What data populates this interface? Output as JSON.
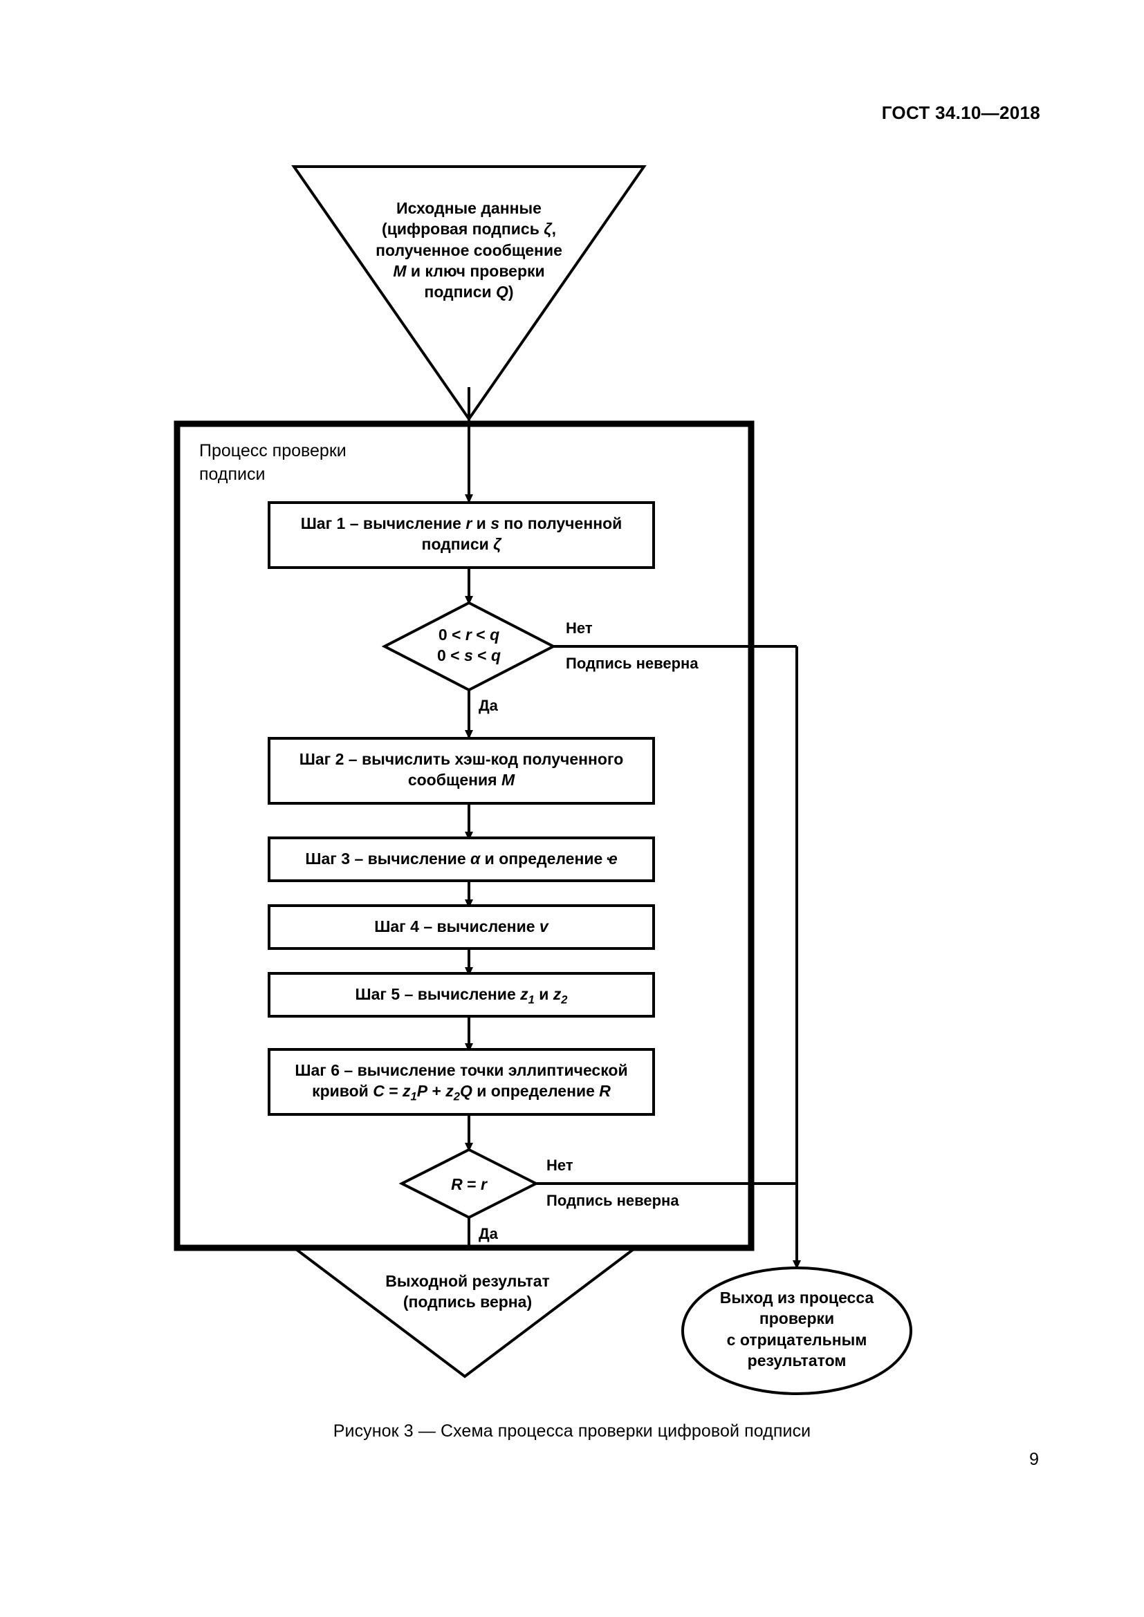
{
  "document": {
    "standard_header": "ГОСТ 34.10—2018",
    "page_number": "9",
    "figure_caption": "Рисунок 3 — Схема процесса проверки цифровой подписи"
  },
  "diagram": {
    "type": "flowchart",
    "title": "Схема процесса проверки цифровой подписи",
    "input_node": {
      "shape": "inverted-triangle",
      "text": "Исходные данные\n(цифровая подпись ζ,\nполученное сообщение\nM и ключ проверки\nподписи Q)"
    },
    "process_container": {
      "shape": "rectangle",
      "label": "Процесс проверки\nподписи"
    },
    "steps": [
      {
        "id": "step-1",
        "shape": "rectangle",
        "text": "Шаг 1 – вычисление r и s по полученной\nподписи ζ"
      },
      {
        "id": "step-2",
        "shape": "rectangle",
        "text": "Шаг 2 – вычислить хэш-код полученного\nсообщения M"
      },
      {
        "id": "step-3",
        "shape": "rectangle",
        "text": "Шаг 3 – вычисление α и определение ҽ"
      },
      {
        "id": "step-4",
        "shape": "rectangle",
        "text": "Шаг 4 – вычисление v"
      },
      {
        "id": "step-5",
        "shape": "rectangle",
        "text": "Шаг 5 – вычисление z1 и z2"
      },
      {
        "id": "step-6",
        "shape": "rectangle",
        "text": "Шаг 6 – вычисление точки эллиптической\nкривой C = z1P + z2Q и определение R"
      }
    ],
    "decisions": [
      {
        "id": "decision-range",
        "shape": "diamond",
        "text": "0 < r < q\n0 < s < q",
        "no_label": "Нет",
        "no_note": "Подпись неверна",
        "yes_label": "Да"
      },
      {
        "id": "decision-compare",
        "shape": "diamond",
        "text": "R = r",
        "no_label": "Нет",
        "no_note": "Подпись неверна",
        "yes_label": "Да"
      }
    ],
    "output_node": {
      "shape": "inverted-triangle",
      "text": "Выходной результат\n(подпись верна)"
    },
    "exit_node": {
      "shape": "ellipse",
      "text": "Выход из процесса\nпроверки\nс отрицательным\nрезультатом"
    },
    "colors": {
      "stroke": "#000000",
      "fill": "#ffffff",
      "text": "#000000"
    }
  }
}
